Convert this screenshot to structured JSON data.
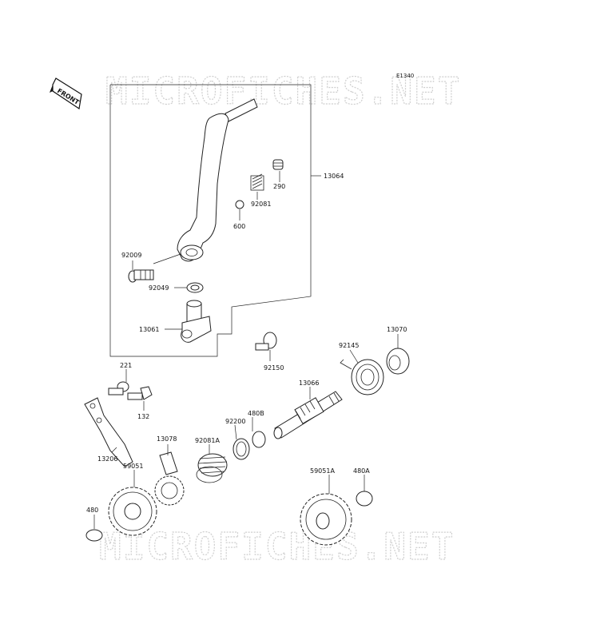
{
  "diagram": {
    "code": "E1340",
    "front_label": "FRONT",
    "watermark_top": "MICROFICHES.NET",
    "watermark_bottom": "MICROFICHES.NET",
    "parts": [
      {
        "id": "p13064",
        "number": "13064"
      },
      {
        "id": "p290",
        "number": "290"
      },
      {
        "id": "p92081",
        "number": "92081"
      },
      {
        "id": "p600",
        "number": "600"
      },
      {
        "id": "p92009",
        "number": "92009"
      },
      {
        "id": "p92049",
        "number": "92049"
      },
      {
        "id": "p13061",
        "number": "13061"
      },
      {
        "id": "p92150",
        "number": "92150"
      },
      {
        "id": "p92145",
        "number": "92145"
      },
      {
        "id": "p13070",
        "number": "13070"
      },
      {
        "id": "p221",
        "number": "221"
      },
      {
        "id": "p132",
        "number": "132"
      },
      {
        "id": "p13066",
        "number": "13066"
      },
      {
        "id": "p480B",
        "number": "480B"
      },
      {
        "id": "p92200",
        "number": "92200"
      },
      {
        "id": "p13206",
        "number": "13206"
      },
      {
        "id": "p13078",
        "number": "13078"
      },
      {
        "id": "p92081A",
        "number": "92081A"
      },
      {
        "id": "p59051",
        "number": "59051"
      },
      {
        "id": "p59051A",
        "number": "59051A"
      },
      {
        "id": "p480A",
        "number": "480A"
      },
      {
        "id": "p480",
        "number": "480"
      }
    ]
  }
}
